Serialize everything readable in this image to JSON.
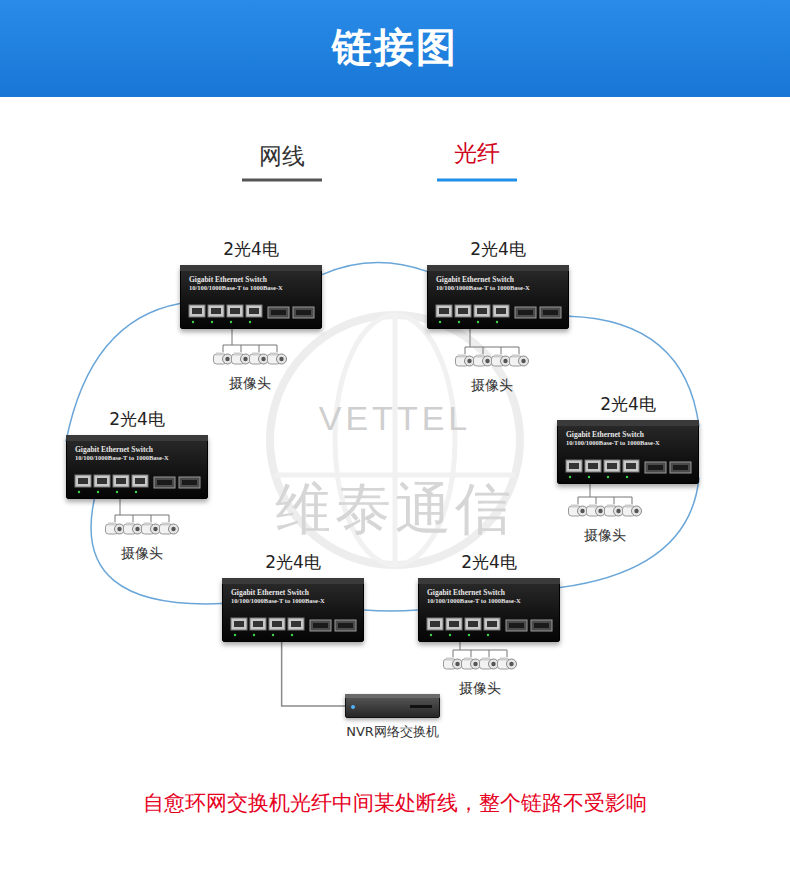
{
  "diagram": {
    "title": "链接图",
    "caption": "自愈环网交换机光纤中间某处断线，整个链路不受影响",
    "nodes": [
      {
        "text": [
          "2光4电",
          "Gigabit Ethernet Switch",
          "10/100/1000Base-T to 1000Base-X"
        ]
      },
      {
        "text": [
          "2光4电",
          "Gigabit Ethernet Switch",
          "10/100/1000Base-T to 1000Base-X"
        ]
      },
      {
        "text": [
          "2光4电",
          "Gigabit Ethernet Switch",
          "10/100/1000Base-T to 1000Base-X"
        ]
      },
      {
        "text": [
          "2光4电",
          "Gigabit Ethernet Switch",
          "10/100/1000Base-T to 1000Base-X"
        ]
      },
      {
        "text": [
          "2光4电",
          "Gigabit Ethernet Switch",
          "10/100/1000Base-T to 1000Base-X"
        ]
      },
      {
        "text": [
          "2光4电",
          "Gigabit Ethernet Switch",
          "10/100/1000Base-T to 1000Base-X"
        ]
      },
      {
        "text": [
          "NVR网络交换机"
        ]
      }
    ],
    "edges": [
      {
        "from": 0,
        "to": 1,
        "arrow": "none"
      },
      {
        "from": 1,
        "to": 2,
        "arrow": "none"
      },
      {
        "from": 2,
        "to": 5,
        "arrow": "none"
      },
      {
        "from": 5,
        "to": 4,
        "arrow": "none"
      },
      {
        "from": 4,
        "to": 3,
        "arrow": "none"
      },
      {
        "from": 3,
        "to": 0,
        "arrow": "none"
      },
      {
        "from": 4,
        "to": 6,
        "arrow": "none"
      }
    ],
    "labels": [
      "摄像头",
      "摄像头",
      "摄像头",
      "摄像头",
      "摄像头",
      "VETTEL",
      "维泰通信"
    ],
    "legend": [
      {
        "text": "网线"
      },
      {
        "text": "光纤"
      }
    ]
  }
}
